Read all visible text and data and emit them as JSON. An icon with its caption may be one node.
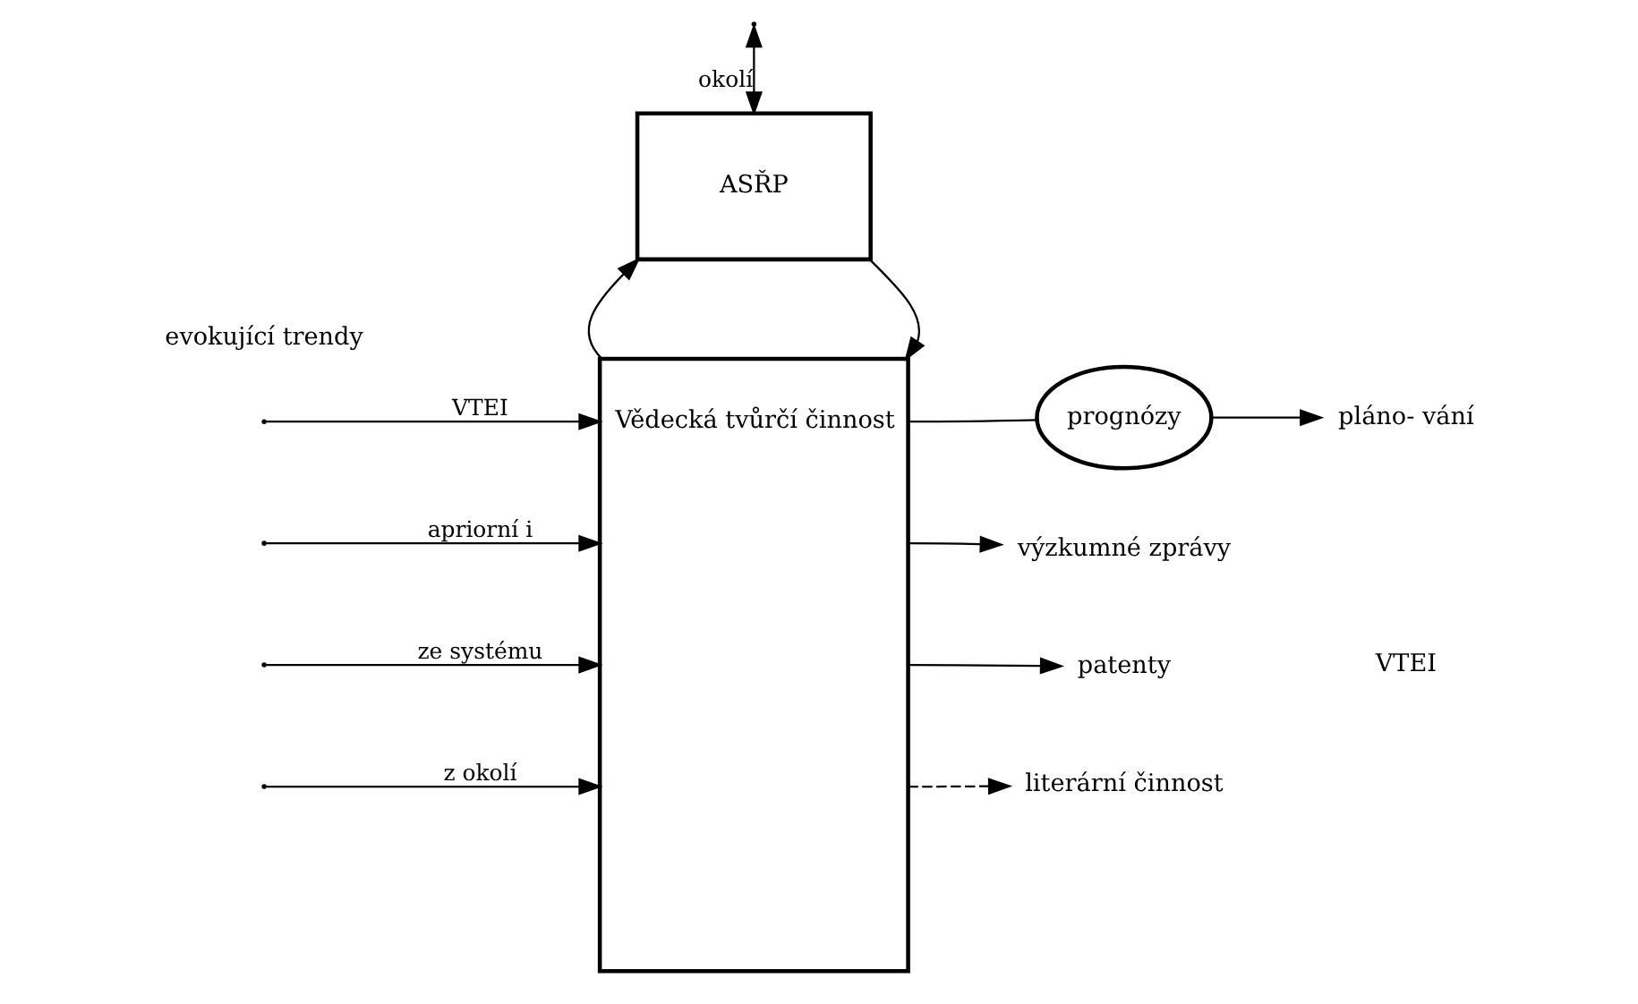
{
  "diagram": {
    "nodes": [
      {
        "text": [
          "ASŘP"
        ]
      },
      {
        "text": [
          "Vědecká tvůrčí činnost"
        ]
      },
      {
        "text": [
          "prognózy"
        ]
      },
      {
        "text": [
          "pláno- vání"
        ]
      },
      {
        "text": [
          "výzkumné zprávy"
        ]
      },
      {
        "text": [
          "patenty"
        ]
      },
      {
        "text": [
          "literární činnost"
        ]
      }
    ],
    "edges": [
      {
        "from": null,
        "to": 0,
        "arrow": "both",
        "label": "okolí"
      },
      {
        "from": 1,
        "to": 0,
        "arrow": "to"
      },
      {
        "from": 0,
        "to": 1,
        "arrow": "to"
      },
      {
        "from": null,
        "to": 1,
        "arrow": "to",
        "label": "VTEI"
      },
      {
        "from": null,
        "to": 1,
        "arrow": "to",
        "label": "apriorní i"
      },
      {
        "from": null,
        "to": 1,
        "arrow": "to",
        "label": "ze systému"
      },
      {
        "from": null,
        "to": 1,
        "arrow": "to",
        "label": "z okolí"
      },
      {
        "from": 1,
        "to": 2,
        "arrow": "none"
      },
      {
        "from": 2,
        "to": 3,
        "arrow": "to"
      },
      {
        "from": 1,
        "to": 4,
        "arrow": "to"
      },
      {
        "from": 1,
        "to": 5,
        "arrow": "to"
      },
      {
        "from": 1,
        "to": 6,
        "arrow": "to",
        "style": "dashed"
      }
    ],
    "labels": [
      "evokující trendy",
      "VTEI"
    ]
  }
}
